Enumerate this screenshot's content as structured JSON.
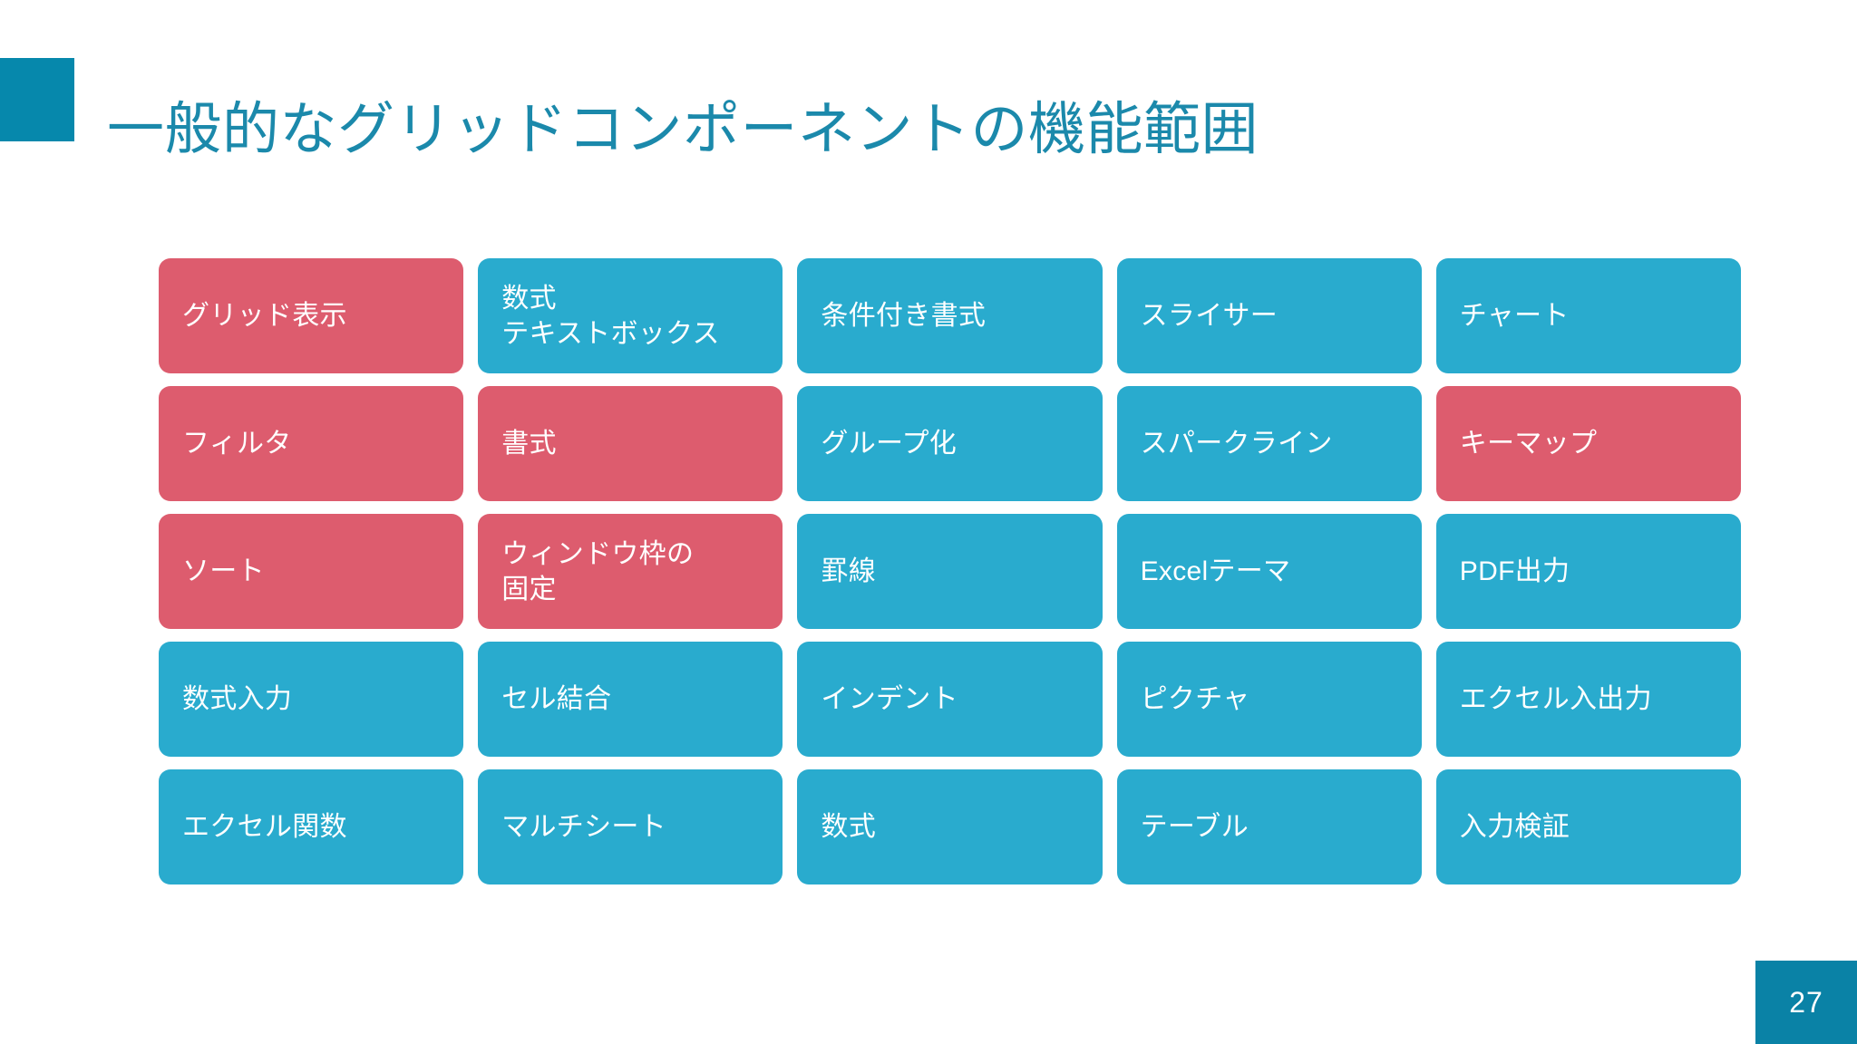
{
  "slide": {
    "title": "一般的なグリッドコンポーネントの機能範囲",
    "page_number": "27",
    "colors": {
      "accent_teal": "#0688AC",
      "title_teal": "#1B89AB",
      "blue": "#29ABCE",
      "pink": "#DD5C6E",
      "page_badge": "#0A82A6",
      "background": "#FFFFFF"
    }
  },
  "grid": {
    "columns": 5,
    "rows": 5,
    "cells": [
      {
        "label": "グリッド表示",
        "color": "pink"
      },
      {
        "label": "数式\nテキストボックス",
        "color": "blue"
      },
      {
        "label": "条件付き書式",
        "color": "blue"
      },
      {
        "label": "スライサー",
        "color": "blue"
      },
      {
        "label": "チャート",
        "color": "blue"
      },
      {
        "label": "フィルタ",
        "color": "pink"
      },
      {
        "label": "書式",
        "color": "pink"
      },
      {
        "label": "グループ化",
        "color": "blue"
      },
      {
        "label": "スパークライン",
        "color": "blue"
      },
      {
        "label": "キーマップ",
        "color": "pink"
      },
      {
        "label": "ソート",
        "color": "pink"
      },
      {
        "label": "ウィンドウ枠の\n固定",
        "color": "pink"
      },
      {
        "label": "罫線",
        "color": "blue"
      },
      {
        "label": "Excelテーマ",
        "color": "blue"
      },
      {
        "label": "PDF出力",
        "color": "blue"
      },
      {
        "label": "数式入力",
        "color": "blue"
      },
      {
        "label": "セル結合",
        "color": "blue"
      },
      {
        "label": "インデント",
        "color": "blue"
      },
      {
        "label": "ピクチャ",
        "color": "blue"
      },
      {
        "label": "エクセル入出力",
        "color": "blue"
      },
      {
        "label": "エクセル関数",
        "color": "blue"
      },
      {
        "label": "マルチシート",
        "color": "blue"
      },
      {
        "label": "数式",
        "color": "blue"
      },
      {
        "label": "テーブル",
        "color": "blue"
      },
      {
        "label": "入力検証",
        "color": "blue"
      }
    ]
  }
}
